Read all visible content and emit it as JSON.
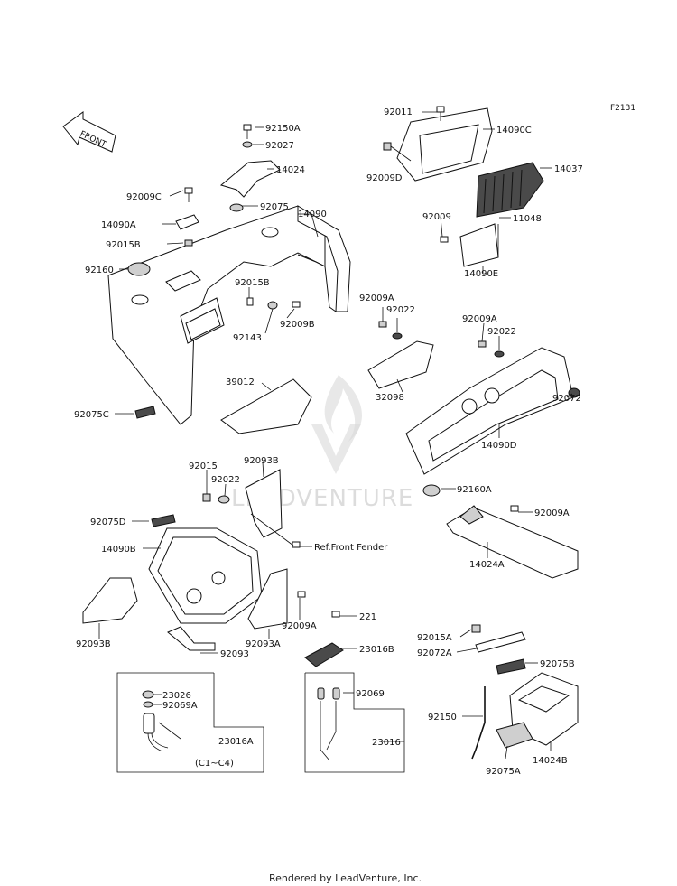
{
  "figure_code": "F2131",
  "front_arrow_label": "FRONT",
  "watermark_text": "LEADVENTURE",
  "footer": "Rendered by LeadVenture, Inc.",
  "labels": {
    "p92011": "92011",
    "p14090C": "14090C",
    "p92009D": "92009D",
    "p14037": "14037",
    "p92009": "92009",
    "p11048": "11048",
    "p14090E": "14090E",
    "p92150A": "92150A",
    "p92027": "92027",
    "p14024": "14024",
    "p92009C": "92009C",
    "p92075": "92075",
    "p14090": "14090",
    "p14090A": "14090A",
    "p92015B": "92015B",
    "p92160": "92160",
    "p92015B_2": "92015B",
    "p92143": "92143",
    "p92009B": "92009B",
    "p92009A_1": "92009A",
    "p92022_1": "92022",
    "p92009A_2": "92009A",
    "p92022_2": "92022",
    "p39012": "39012",
    "p32098": "32098",
    "p92072": "92072",
    "p92075C": "92075C",
    "p14090D": "14090D",
    "p92015": "92015",
    "p92093B_1": "92093B",
    "p92022_3": "92022",
    "p92160A": "92160A",
    "p92075D": "92075D",
    "p92009A_3": "92009A",
    "p14090B": "14090B",
    "pRefFront": "Ref.Front Fender",
    "p14024A": "14024A",
    "p92093B_2": "92093B",
    "p92009A_4": "92009A",
    "p221": "221",
    "p92093A": "92093A",
    "p23016B": "23016B",
    "p92093": "92093",
    "p92015A": "92015A",
    "p92072A": "92072A",
    "p92075B": "92075B",
    "p23026": "23026",
    "p92069A": "92069A",
    "p92069": "92069",
    "p92150": "92150",
    "p23016A": "23016A",
    "p23016": "23016",
    "p14024B": "14024B",
    "pC1C4": "(C1~C4)",
    "p92075A": "92075A"
  }
}
